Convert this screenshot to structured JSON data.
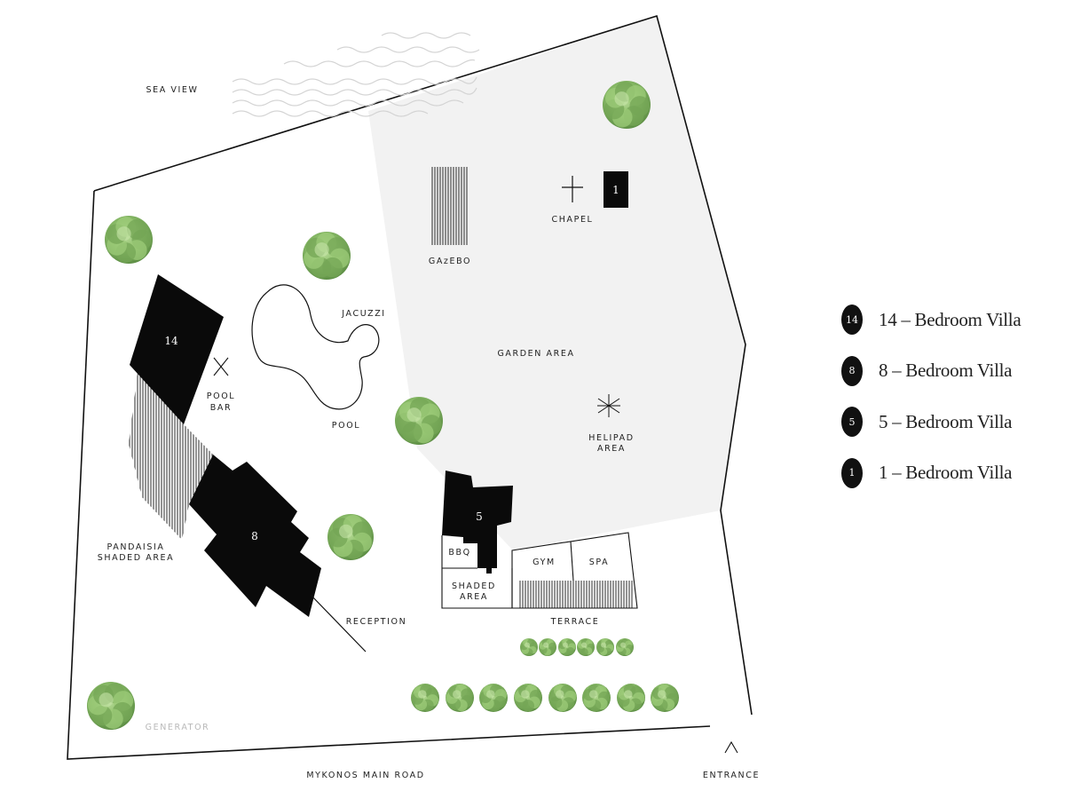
{
  "map": {
    "labels": {
      "sea_view": "SEA VIEW",
      "chapel": "CHAPEL",
      "gazebo": "GAzEBO",
      "jacuzzi": "JACUZZI",
      "garden_area": "GARDEN AREA",
      "pool_bar_1": "POOL",
      "pool_bar_2": "BAR",
      "pool": "POOL",
      "helipad_1": "HELIPAD",
      "helipad_2": "AREA",
      "pandaisia_1": "PANDAISIA",
      "pandaisia_2": "SHADED AREA",
      "bbq": "BBQ",
      "gym": "GYM",
      "spa": "SPA",
      "shaded_1": "SHADED",
      "shaded_2": "AREA",
      "reception": "RECEPTION",
      "terrace": "TERRACE",
      "generator": "GENERATOR",
      "main_road": "MYKONOS MAIN ROAD",
      "entrance": "ENTRANCE"
    },
    "buildings": {
      "villa_14": "14",
      "villa_8": "8",
      "villa_5": "5",
      "villa_1": "1"
    },
    "colors": {
      "garden": "#f2f2f2",
      "building": "#0a0a0a",
      "tree": "#8fbf6a",
      "outline": "#111111"
    }
  },
  "legend": [
    {
      "badge": "14",
      "label": "14 – Bedroom Villa"
    },
    {
      "badge": "8",
      "label": "8 – Bedroom Villa"
    },
    {
      "badge": "5",
      "label": "5 – Bedroom Villa"
    },
    {
      "badge": "1",
      "label": "1 – Bedroom Villa"
    }
  ]
}
